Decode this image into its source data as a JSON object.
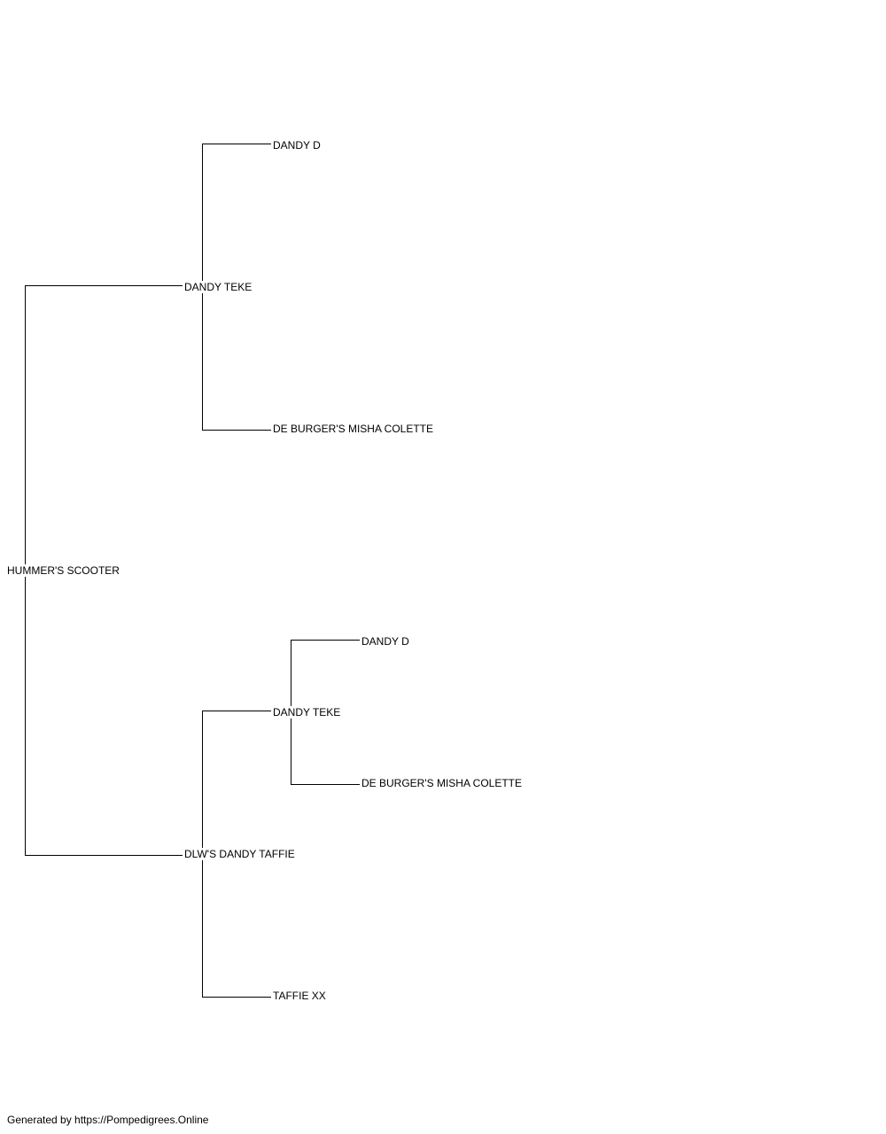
{
  "pedigree": {
    "subject": "HUMMER'S SCOOTER",
    "sire": {
      "name": "DANDY TEKE",
      "sire": "DANDY D",
      "dam": "DE BURGER'S MISHA COLETTE"
    },
    "dam": {
      "name": "DLW'S DANDY TAFFIE",
      "sire": {
        "name": "DANDY TEKE",
        "sire": "DANDY D",
        "dam": "DE BURGER'S MISHA COLETTE"
      },
      "dam": "TAFFIE XX"
    }
  },
  "footer": {
    "text": "Generated by https://Pompedigrees.Online"
  },
  "colors": {
    "line": "#000000",
    "background": "#ffffff",
    "text": "#000000"
  }
}
